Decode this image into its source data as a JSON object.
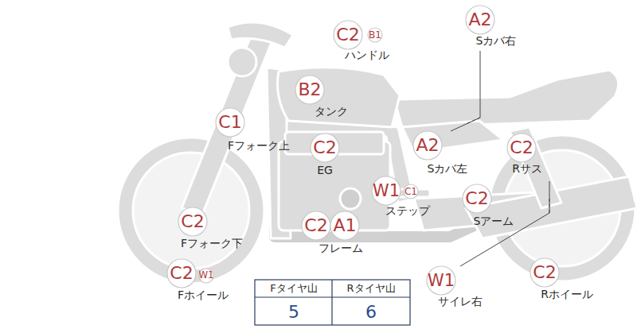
{
  "diagram": {
    "nodes": [
      {
        "text": [
          "C2"
        ]
      },
      {
        "text": [
          "B1"
        ]
      },
      {
        "text": [
          "A2"
        ]
      },
      {
        "text": [
          "B2"
        ]
      },
      {
        "text": [
          "C1"
        ]
      },
      {
        "text": [
          "C2"
        ]
      },
      {
        "text": [
          "A2"
        ]
      },
      {
        "text": [
          "C2"
        ]
      },
      {
        "text": [
          "W1"
        ]
      },
      {
        "text": [
          "C1"
        ]
      },
      {
        "text": [
          "C2"
        ]
      },
      {
        "text": [
          "C2"
        ]
      },
      {
        "text": [
          "C2"
        ]
      },
      {
        "text": [
          "A1"
        ]
      },
      {
        "text": [
          "C2"
        ]
      },
      {
        "text": [
          "W1"
        ]
      },
      {
        "text": [
          "W1"
        ]
      },
      {
        "text": [
          "C2"
        ]
      }
    ],
    "labels": [
      "ハンドル",
      "Sカバ右",
      "タンク",
      "Fフォーク上",
      "EG",
      "Sカバ左",
      "Rサス",
      "ステップ",
      "Sアーム",
      "Fフォーク下",
      "フレーム",
      "Fホイール",
      "サイレ右",
      "Rホイール",
      "Fタイヤ山",
      "Rタイヤ山",
      "5",
      "6"
    ]
  }
}
